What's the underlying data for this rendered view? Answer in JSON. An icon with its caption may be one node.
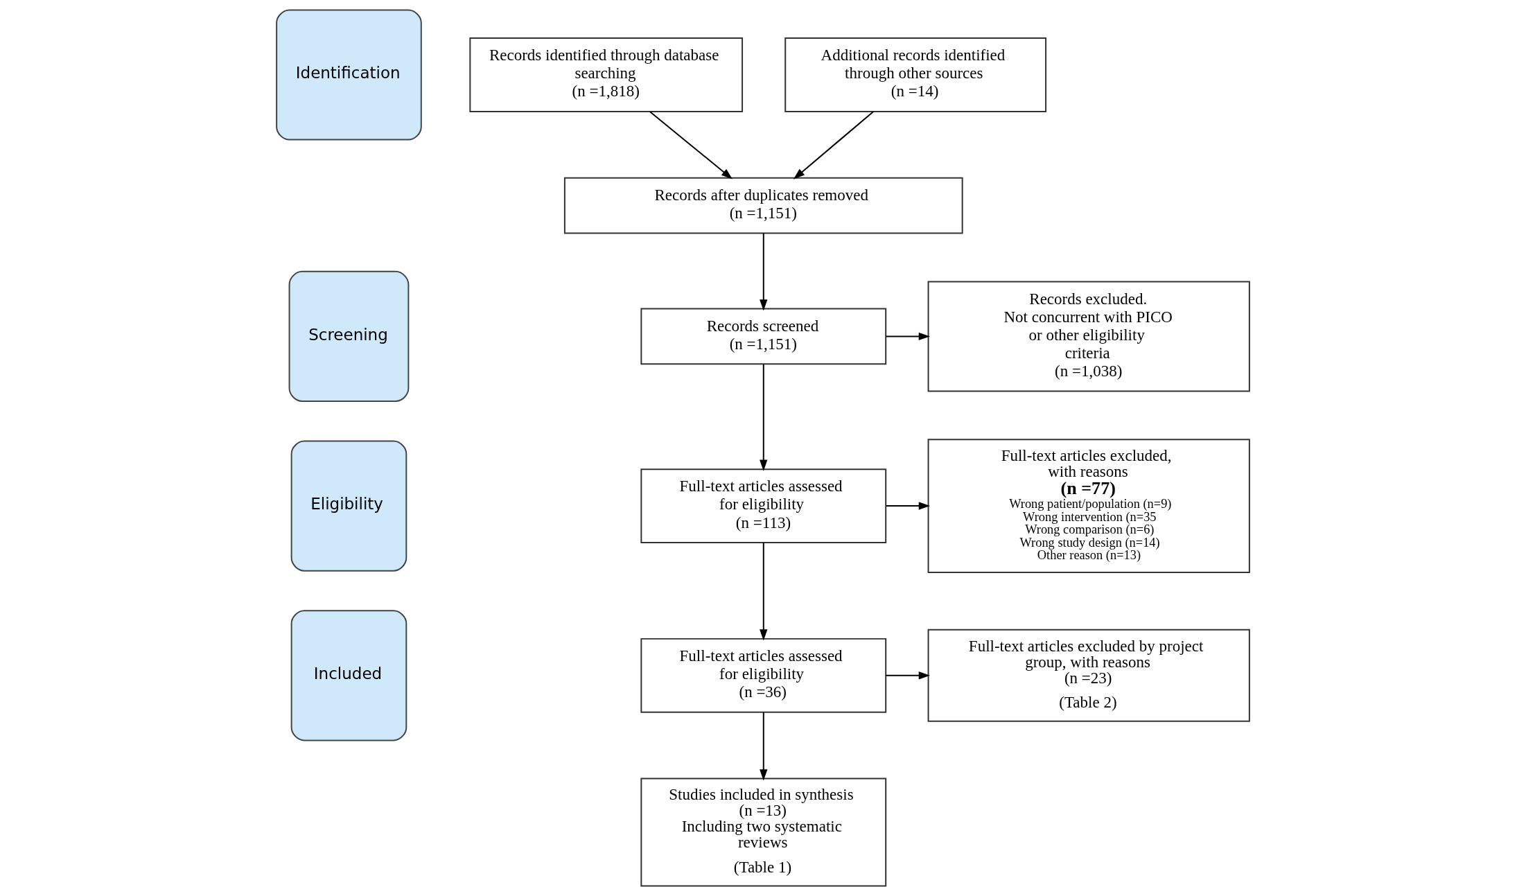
{
  "diagram": {
    "nodes": [
      {
        "text": [
          "Identification"
        ]
      },
      {
        "text": [
          "Records identified through database searching",
          "(n =1,818)"
        ]
      },
      {
        "text": [
          "Additional records identified through other sources",
          "(n =14)"
        ]
      },
      {
        "text": [
          "Records after duplicates removed",
          "(n =1,151)"
        ]
      },
      {
        "text": [
          "Screening"
        ]
      },
      {
        "text": [
          "Records screened",
          "(n =1,151)"
        ]
      },
      {
        "text": [
          "Records excluded.",
          "Not concurrent with PICO or other eligibility criteria",
          "(n =1,038)"
        ]
      },
      {
        "text": [
          "Eligibility"
        ]
      },
      {
        "text": [
          "Full-text articles assessed for eligibility",
          "(n =113)"
        ]
      },
      {
        "text": [
          "Full-text articles excluded, with reasons",
          "(n =77)",
          "Wrong patient/population (n=9)",
          "Wrong intervention (n=35",
          "Wrong comparison (n=6)",
          "Wrong study design (n=14)",
          "Other reason (n=13)"
        ]
      },
      {
        "text": [
          "Included"
        ]
      },
      {
        "text": [
          "Full-text articles assessed for eligibility",
          "(n =36)"
        ]
      },
      {
        "text": [
          "Full-text articles excluded by project group, with reasons",
          "(n =23)",
          "(Table 2)"
        ]
      },
      {
        "text": [
          "Studies included in synthesis",
          "(n =13)",
          "Including two systematic reviews",
          "(Table 1)"
        ]
      }
    ],
    "edges": [
      {
        "from": 1,
        "to": 3,
        "arrow": "to"
      },
      {
        "from": 2,
        "to": 3,
        "arrow": "to"
      },
      {
        "from": 3,
        "to": 5,
        "arrow": "to"
      },
      {
        "from": 5,
        "to": 6,
        "arrow": "to"
      },
      {
        "from": 5,
        "to": 8,
        "arrow": "to"
      },
      {
        "from": 8,
        "to": 9,
        "arrow": "to"
      },
      {
        "from": 8,
        "to": 11,
        "arrow": "to"
      },
      {
        "from": 11,
        "to": 12,
        "arrow": "to"
      },
      {
        "from": 11,
        "to": 13,
        "arrow": "to"
      }
    ]
  }
}
